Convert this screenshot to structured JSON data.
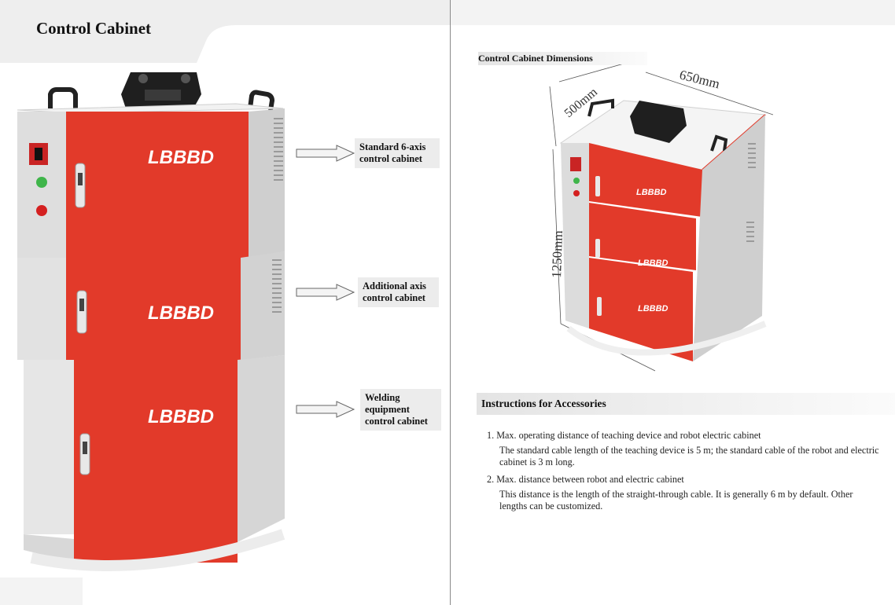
{
  "left_page": {
    "title": "Control Cabinet",
    "logo_text": "LBBBD",
    "callouts": [
      {
        "line1": "Standard 6-axis",
        "line2": "control cabinet"
      },
      {
        "line1": "Additional axis",
        "line2": "control cabinet"
      },
      {
        "line1": "Welding",
        "line2": "equipment",
        "line3": "control cabinet"
      }
    ]
  },
  "right_page": {
    "dimensions_heading": "Control Cabinet Dimensions",
    "dimensions": {
      "depth": "500mm",
      "width": "650mm",
      "height": "1250mm"
    },
    "logo_text": "LBBBD",
    "instructions_heading": "Instructions for Accessories",
    "items": [
      {
        "title": "1.  Max. operating distance of teaching device and robot electric cabinet",
        "body": "The standard cable length of the teaching device is 5 m; the standard cable of the robot and electric cabinet is 3 m long."
      },
      {
        "title": "2.  Max. distance between robot and electric cabinet",
        "body": "This distance is the length of the straight-through cable. It is generally 6 m by default. Other lengths can be customized."
      }
    ]
  },
  "colors": {
    "cabinet_red": "#e23a2a",
    "cabinet_grey": "#dcdcdc",
    "heading_band": "#e8e8e8",
    "lamp_green": "#3fb54a",
    "lamp_red": "#d42020"
  }
}
